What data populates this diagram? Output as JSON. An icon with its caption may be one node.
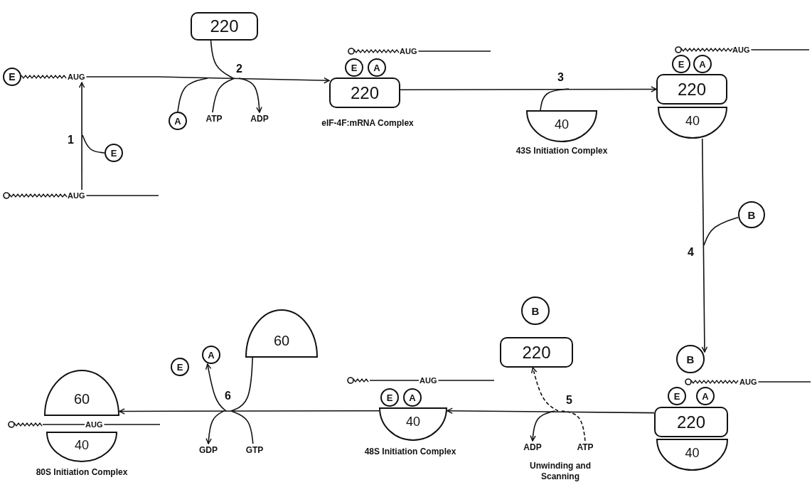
{
  "diagram": {
    "nodes": [
      {
        "text": [
          "AUG"
        ]
      },
      {
        "text": [
          "E"
        ]
      },
      {
        "text": [
          "220"
        ]
      },
      {
        "text": [
          "A"
        ]
      },
      {
        "text": [
          "ATP"
        ]
      },
      {
        "text": [
          "ADP"
        ]
      },
      {
        "text": [
          "E"
        ]
      },
      {
        "text": [
          "A"
        ]
      },
      {
        "text": [
          "AUG"
        ]
      },
      {
        "text": [
          "220"
        ]
      },
      {
        "text": [
          "40"
        ]
      },
      {
        "text": [
          "E"
        ]
      },
      {
        "text": [
          "A"
        ]
      },
      {
        "text": [
          "AUG"
        ]
      },
      {
        "text": [
          "220"
        ]
      },
      {
        "text": [
          "40"
        ]
      },
      {
        "text": [
          "E"
        ]
      },
      {
        "text": [
          "AUG"
        ]
      },
      {
        "text": [
          "B"
        ]
      },
      {
        "text": [
          "60"
        ]
      },
      {
        "text": [
          "AUG"
        ]
      },
      {
        "text": [
          "40"
        ]
      },
      {
        "text": [
          "E"
        ]
      },
      {
        "text": [
          "A"
        ]
      },
      {
        "text": [
          "60"
        ]
      },
      {
        "text": [
          "GDP"
        ]
      },
      {
        "text": [
          "GTP"
        ]
      },
      {
        "text": [
          "AUG"
        ]
      },
      {
        "text": [
          "E"
        ]
      },
      {
        "text": [
          "A"
        ]
      },
      {
        "text": [
          "40"
        ]
      },
      {
        "text": [
          "B"
        ]
      },
      {
        "text": [
          "220"
        ]
      },
      {
        "text": [
          "ADP"
        ]
      },
      {
        "text": [
          "ATP"
        ]
      },
      {
        "text": [
          "B"
        ]
      },
      {
        "text": [
          "AUG"
        ]
      },
      {
        "text": [
          "E"
        ]
      },
      {
        "text": [
          "A"
        ]
      },
      {
        "text": [
          "220"
        ]
      },
      {
        "text": [
          "40"
        ]
      }
    ],
    "edges": [
      {
        "from": 17,
        "to": 0,
        "arrow": "to",
        "label": "1"
      },
      {
        "from": 16,
        "to": null,
        "arrow": "none"
      },
      {
        "from": 0,
        "to": 9,
        "arrow": "to",
        "label": "2"
      },
      {
        "from": 2,
        "to": null,
        "arrow": "none"
      },
      {
        "from": 3,
        "to": null,
        "arrow": "none"
      },
      {
        "from": 4,
        "to": null,
        "arrow": "none"
      },
      {
        "from": null,
        "to": 5,
        "arrow": "to"
      },
      {
        "from": 9,
        "to": 14,
        "arrow": "to",
        "label": "3"
      },
      {
        "from": 10,
        "to": null,
        "arrow": "none"
      },
      {
        "from": 15,
        "to": 35,
        "arrow": "to",
        "label": "4"
      },
      {
        "from": 18,
        "to": null,
        "arrow": "none"
      },
      {
        "from": 39,
        "to": 30,
        "arrow": "to",
        "label": "5"
      },
      {
        "from": null,
        "to": 32,
        "arrow": "to",
        "style": "dashed"
      },
      {
        "from": null,
        "to": 33,
        "arrow": "to"
      },
      {
        "from": 34,
        "to": null,
        "arrow": "none",
        "style": "dashed"
      },
      {
        "from": 30,
        "to": 19,
        "arrow": "to",
        "label": "6"
      },
      {
        "from": null,
        "to": 23,
        "arrow": "to"
      },
      {
        "from": 24,
        "to": null,
        "arrow": "none"
      },
      {
        "from": null,
        "to": 25,
        "arrow": "to"
      },
      {
        "from": 26,
        "to": null,
        "arrow": "none"
      }
    ],
    "labels": [
      "eIF-4F:mRNA Complex",
      "43S Initiation Complex",
      "80S Initiation Complex",
      "48S Initiation Complex",
      "Unwinding and Scanning"
    ]
  }
}
